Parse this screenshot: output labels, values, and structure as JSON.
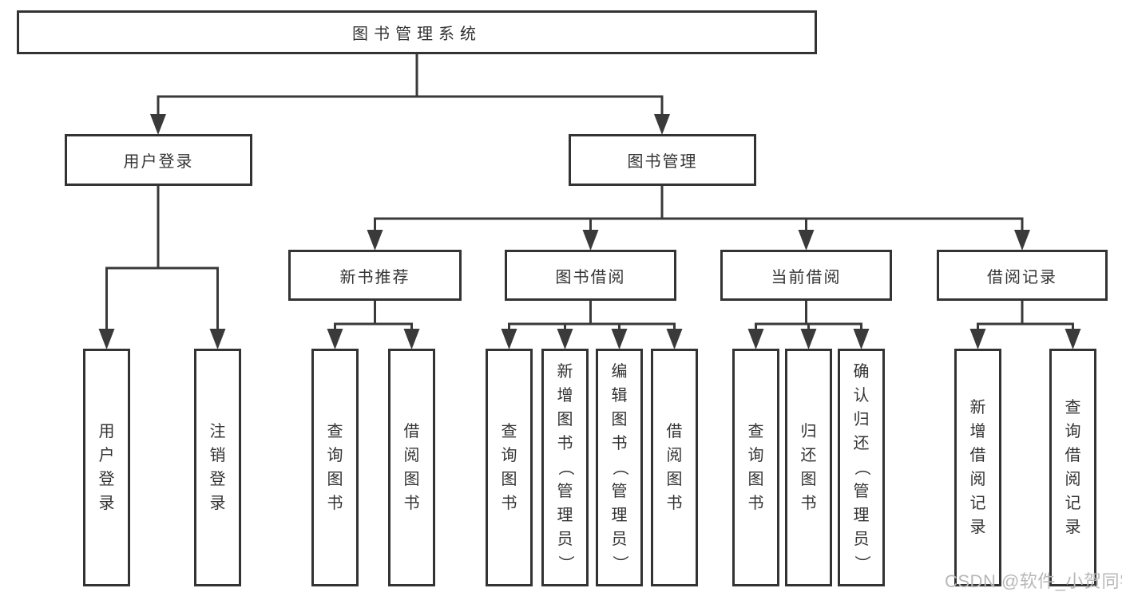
{
  "diagram": {
    "type": "hierarchy-tree",
    "root": {
      "label": "图书管理系统"
    },
    "level2": [
      {
        "id": "user-login",
        "label": "用户登录",
        "parent": "图书管理系统"
      },
      {
        "id": "book-management",
        "label": "图书管理",
        "parent": "图书管理系统"
      }
    ],
    "level3": [
      {
        "id": "new-book-recommendation",
        "label": "新书推荐",
        "parent": "图书管理"
      },
      {
        "id": "book-borrowing",
        "label": "图书借阅",
        "parent": "图书管理"
      },
      {
        "id": "current-borrowing",
        "label": "当前借阅",
        "parent": "图书管理"
      },
      {
        "id": "borrowing-records",
        "label": "借阅记录",
        "parent": "图书管理"
      }
    ],
    "leaves": [
      {
        "label": "用户登录",
        "parent": "用户登录"
      },
      {
        "label": "注销登录",
        "parent": "用户登录"
      },
      {
        "label": "查询图书",
        "parent": "新书推荐"
      },
      {
        "label": "借阅图书",
        "parent": "新书推荐"
      },
      {
        "label": "查询图书",
        "parent": "图书借阅"
      },
      {
        "label": "新增图书（管理员）",
        "parent": "图书借阅"
      },
      {
        "label": "编辑图书（管理员）",
        "parent": "图书借阅"
      },
      {
        "label": "借阅图书",
        "parent": "图书借阅"
      },
      {
        "label": "查询图书",
        "parent": "当前借阅"
      },
      {
        "label": "归还图书",
        "parent": "当前借阅"
      },
      {
        "label": "确认归还（管理员）",
        "parent": "当前借阅"
      },
      {
        "label": "新增借阅记录",
        "parent": "借阅记录"
      },
      {
        "label": "查询借阅记录",
        "parent": "借阅记录"
      }
    ]
  },
  "watermark": {
    "text": "CSDN @软件_小贺同学",
    "color": "#b8b8b8"
  },
  "colors": {
    "line": "#3a3a3a",
    "box_border": "#333333",
    "box_fill": "#ffffff",
    "text": "#333333",
    "background": "#ffffff"
  }
}
